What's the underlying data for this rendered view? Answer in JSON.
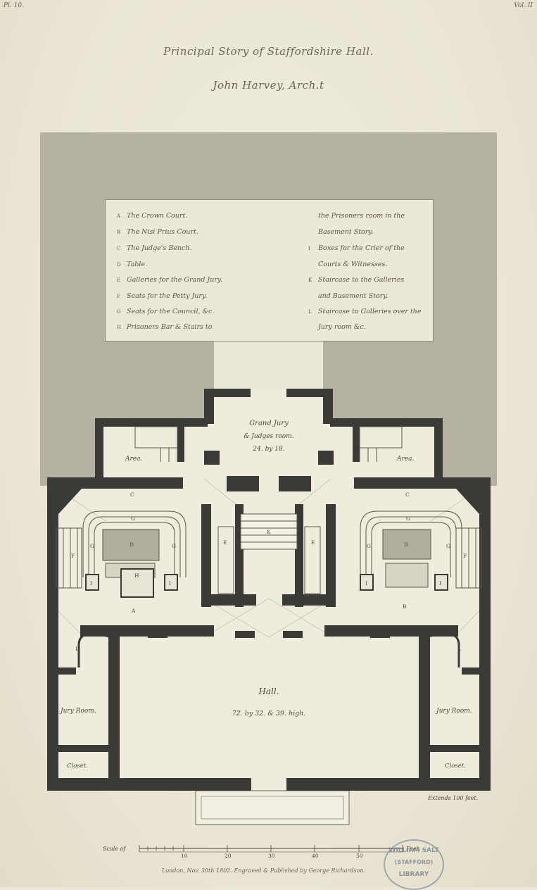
{
  "header": {
    "plate": "Pl. 10.",
    "volume": "Vol. II",
    "title": "Principal Story of Staffordshire Hall.",
    "architect": "John Harvey, Arch.t"
  },
  "legend": {
    "left": [
      {
        "key": "A",
        "text": "The Crown Court."
      },
      {
        "key": "B",
        "text": "The Nisi Prius Court."
      },
      {
        "key": "C",
        "text": "The Judge's Bench."
      },
      {
        "key": "D",
        "text": "Table."
      },
      {
        "key": "E",
        "text": "Galleries for the Grand Jury."
      },
      {
        "key": "F",
        "text": "Seats for the Petty Jury."
      },
      {
        "key": "G",
        "text": "Seats for the Council, &c."
      },
      {
        "key": "H",
        "text": "Prisoners Bar & Stairs to"
      }
    ],
    "right": [
      {
        "key": "",
        "text": "the Prisoners room in the"
      },
      {
        "key": "",
        "text": "Basement Story."
      },
      {
        "key": "I",
        "text": "Boxes for the Crier of the"
      },
      {
        "key": "",
        "text": "Courts & Witnesses."
      },
      {
        "key": "K",
        "text": "Staircase to the Galleries"
      },
      {
        "key": "",
        "text": "and Basement Story."
      },
      {
        "key": "L",
        "text": "Staircase to Galleries over the"
      },
      {
        "key": "",
        "text": "Jury room &c."
      }
    ]
  },
  "rooms": {
    "grand_jury_1": "Grand Jury",
    "grand_jury_2": "& Judges room.",
    "grand_jury_3": "24. by 18.",
    "area_left": "Area.",
    "area_right": "Area.",
    "hall": "Hall.",
    "hall_dims": "72. by 32. & 39. high.",
    "jury_left": "Jury Room.",
    "jury_right": "Jury Room.",
    "closet_left": "Closet.",
    "closet_right": "Closet.",
    "extends": "Extends 100 feet."
  },
  "letters": {
    "A": "A",
    "B": "B",
    "C": "C",
    "D": "D",
    "E": "E",
    "F": "F",
    "G": "G",
    "H": "H",
    "I": "I",
    "K": "K",
    "L": "L"
  },
  "scale": {
    "label": "Scale of",
    "unit": "Feet.",
    "ticks": [
      "10",
      "20",
      "30",
      "40",
      "50"
    ]
  },
  "imprint": "London, Nov. 30th 1802. Engraved & Published by George Richardson.",
  "stamp": {
    "top": "WILLIAM SALT",
    "middle": "(STAFFORD)",
    "bottom": "LIBRARY"
  },
  "colors": {
    "ink": "#3a3a36",
    "shade": "#b5b2a3",
    "paper": "#ece8d9"
  }
}
